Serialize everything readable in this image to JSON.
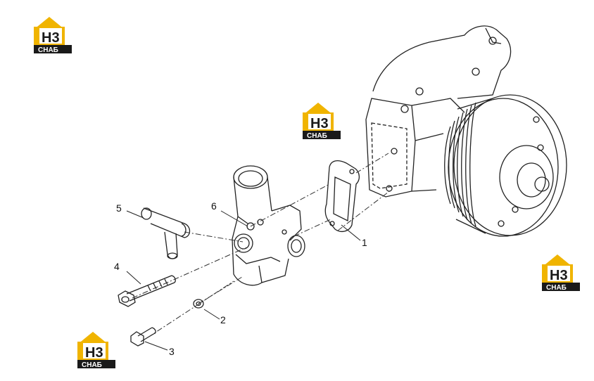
{
  "diagram": {
    "callouts": [
      {
        "id": "1",
        "label": "1"
      },
      {
        "id": "2",
        "label": "2"
      },
      {
        "id": "3",
        "label": "3"
      },
      {
        "id": "4",
        "label": "4"
      },
      {
        "id": "5",
        "label": "5"
      },
      {
        "id": "6",
        "label": "6"
      }
    ]
  },
  "watermark": {
    "main": "H3",
    "sub": "CHAБ",
    "colors": {
      "gold": "#F0B400",
      "dark": "#1a1a1a",
      "white": "#ffffff"
    }
  },
  "colors": {
    "line": "#222222",
    "background": "#ffffff"
  }
}
